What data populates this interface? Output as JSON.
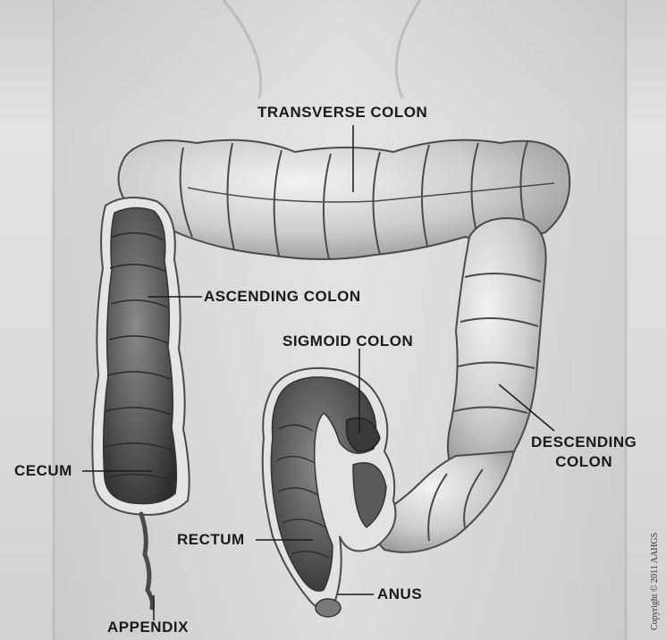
{
  "labels": {
    "transverse_colon": "TRANSVERSE COLON",
    "ascending_colon": "ASCENDING COLON",
    "sigmoid_colon": "SIGMOID COLON",
    "descending_colon_line1": "DESCENDING",
    "descending_colon_line2": "COLON",
    "cecum": "CECUM",
    "rectum": "RECTUM",
    "anus": "ANUS",
    "appendix": "APPENDIX"
  },
  "copyright": "Copyright © 2011 AAHGS",
  "colors": {
    "colon_fill": "#cbcbcb",
    "colon_outline": "#4a4a4a",
    "interior_fill": "#6a6a6a",
    "label_text": "#1a1a1a"
  }
}
